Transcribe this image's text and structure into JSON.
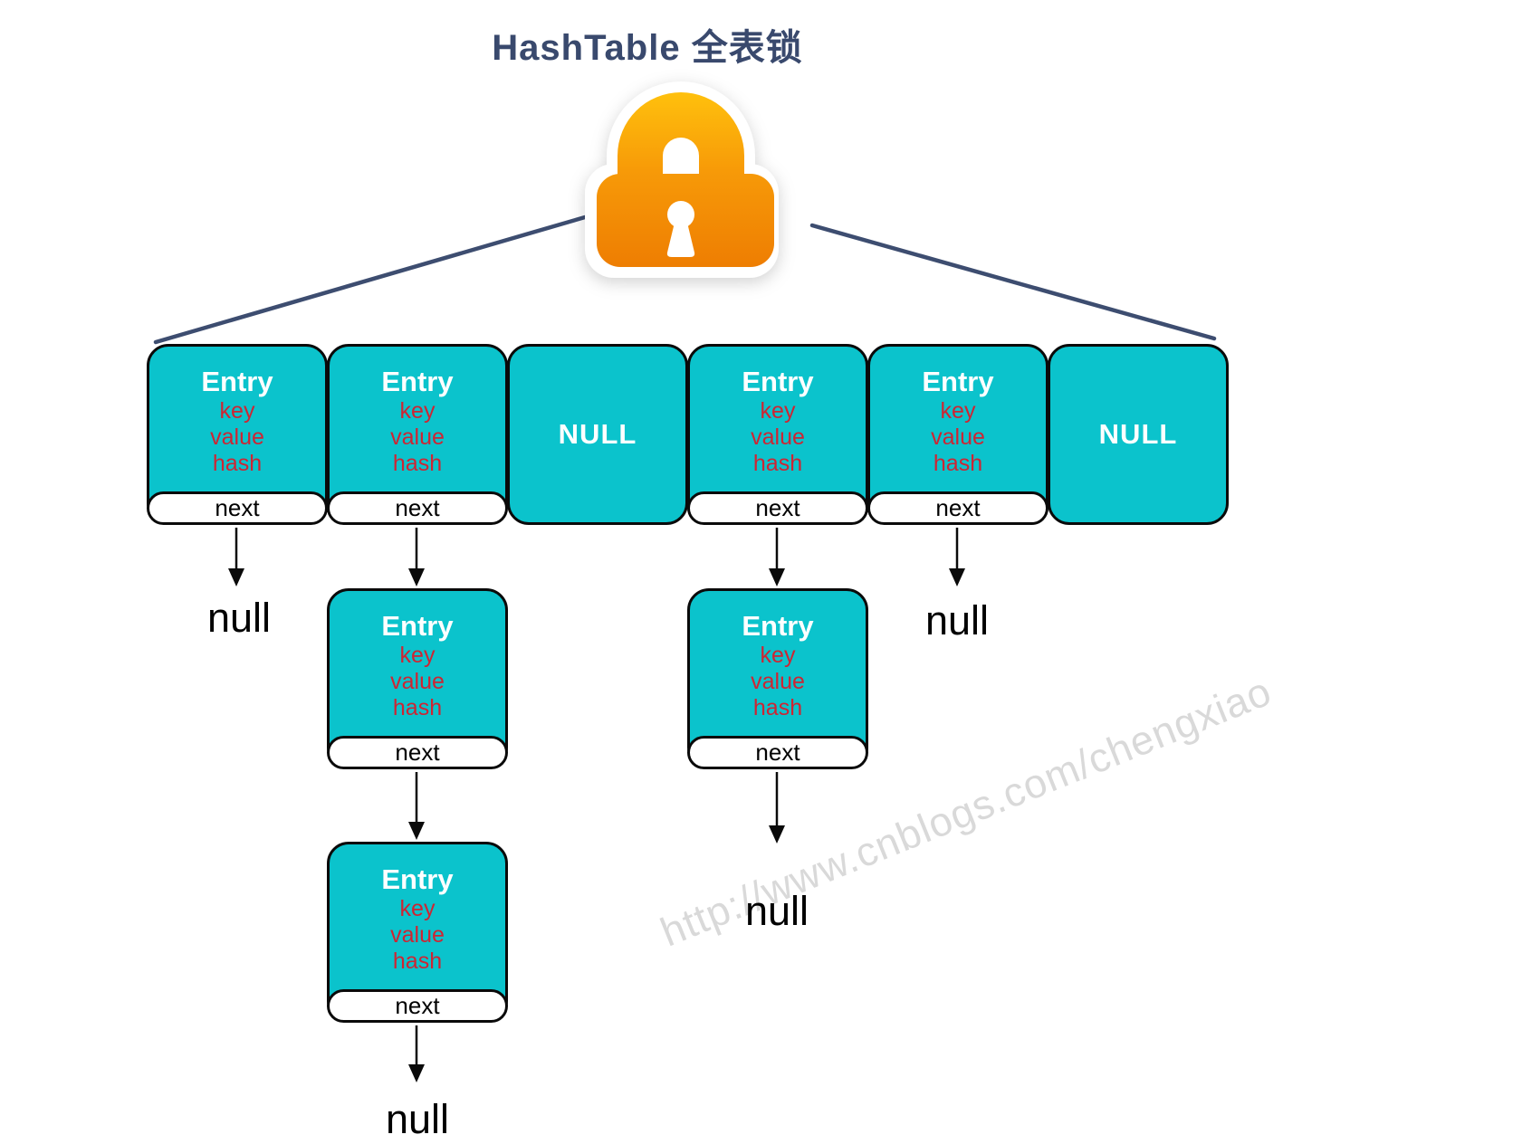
{
  "title": "HashTable 全表锁",
  "watermark": "http://www.cnblogs.com/chengxiao",
  "labels": {
    "entry": "Entry",
    "key": "key",
    "value": "value",
    "hash": "hash",
    "next": "next",
    "null_slot": "NULL",
    "null_ref": "null"
  },
  "colors": {
    "bucket_teal": "#0BC3CC",
    "field_red": "#CE2533",
    "title_navy": "#39496D",
    "connector_navy": "#3D4D70",
    "lock_top": "#FFC10D",
    "lock_bottom": "#EE7D02"
  },
  "structure": {
    "buckets": [
      "entry",
      "entry",
      "null",
      "entry",
      "entry",
      "null"
    ],
    "chains": {
      "bucket_0": [
        "null"
      ],
      "bucket_1": [
        "entry",
        "entry",
        "null"
      ],
      "bucket_3": [
        "entry",
        "null"
      ],
      "bucket_4": [
        "null"
      ]
    }
  }
}
